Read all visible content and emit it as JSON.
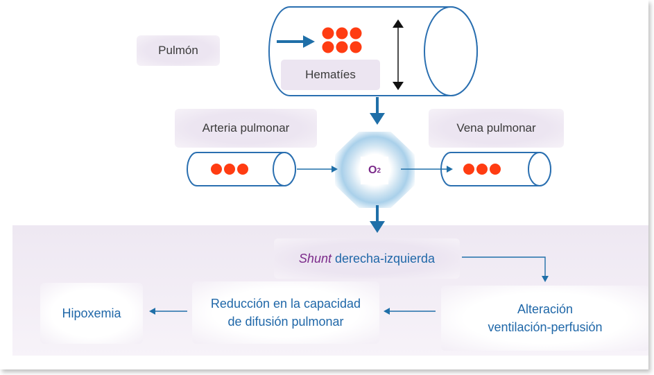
{
  "diagram": {
    "labels": {
      "lung": "Pulmón",
      "red_cells": "Hematíes",
      "pulmonary_artery": "Arteria pulmonar",
      "pulmonary_vein": "Vena pulmonar",
      "oxygen": "O",
      "oxygen_subscript": "2",
      "shunt_italic": "Shunt",
      "shunt_rest": " derecha-izquierda",
      "hypoxemia": "Hipoxemia",
      "diffusion_line1": "Reducción en la capacidad",
      "diffusion_line2": "de difusión pulmonar",
      "vq_line1": "Alteración",
      "vq_line2": "ventilación-perfusión"
    },
    "colors": {
      "arrow_blue": "#1f6fa8",
      "vessel_stroke": "#2a6fb0",
      "red_cell": "#ff3c12",
      "oxygen_text": "#7b2a8a",
      "label_blue": "#1f67a8",
      "panel_lavender": "#eee8f2"
    },
    "icons": [
      "arrow-right-icon",
      "arrow-down-icon",
      "arrow-left-icon",
      "double-arrow-icon"
    ]
  }
}
